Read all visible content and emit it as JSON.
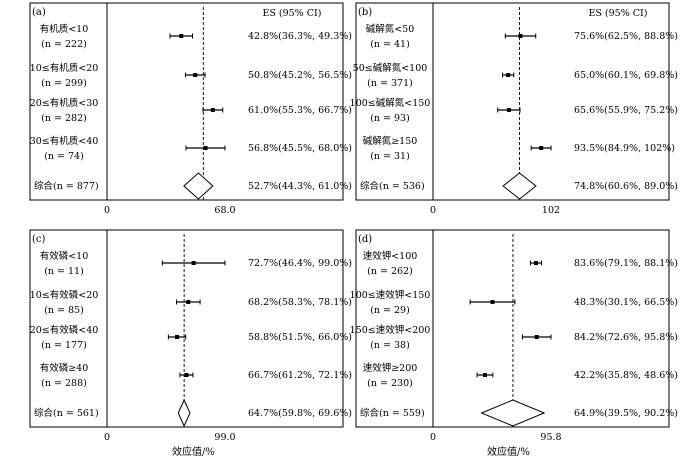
{
  "x_axis_label": "效应值/%",
  "chart_data": [
    {
      "panel": "(a)",
      "type": "forest",
      "header": "ES (95% CI)",
      "xlim": [
        0,
        136
      ],
      "ref_value": 55.5,
      "ticks": [
        {
          "v": 0,
          "label": "0"
        },
        {
          "v": 68,
          "label": "68.0"
        }
      ],
      "studies": [
        {
          "label": [
            "有机质<10",
            "(n = 222)"
          ],
          "es": 42.8,
          "lo": 36.3,
          "hi": 49.3,
          "text": "42.8%(36.3%, 49.3%)"
        },
        {
          "label": [
            "10≤有机质<20",
            "(n = 299)"
          ],
          "es": 50.8,
          "lo": 45.2,
          "hi": 56.5,
          "text": "50.8%(45.2%, 56.5%)"
        },
        {
          "label": [
            "20≤有机质<30",
            "(n = 282)"
          ],
          "es": 61.0,
          "lo": 55.3,
          "hi": 66.7,
          "text": "61.0%(55.3%, 66.7%)"
        },
        {
          "label": [
            "30≤有机质<40",
            "(n = 74)"
          ],
          "es": 56.8,
          "lo": 45.5,
          "hi": 68.0,
          "text": "56.8%(45.5%, 68.0%)"
        }
      ],
      "summary": {
        "label": "综合(n = 877)",
        "es": 52.7,
        "lo": 44.3,
        "hi": 61.0,
        "text": "52.7%(44.3%, 61.0%)"
      }
    },
    {
      "panel": "(b)",
      "type": "forest",
      "header": "ES (95% CI)",
      "xlim": [
        0,
        204
      ],
      "ref_value": 74.8,
      "ticks": [
        {
          "v": 0,
          "label": "0"
        },
        {
          "v": 102,
          "label": "102"
        }
      ],
      "studies": [
        {
          "label": [
            "碱解氮<50",
            "(n = 41)"
          ],
          "es": 75.6,
          "lo": 62.5,
          "hi": 88.8,
          "text": "75.6%(62.5%, 88.8%)"
        },
        {
          "label": [
            "50≤碱解氮<100",
            "(n = 371)"
          ],
          "es": 65.0,
          "lo": 60.1,
          "hi": 69.8,
          "text": "65.0%(60.1%, 69.8%)"
        },
        {
          "label": [
            "100≤碱解氮<150",
            "(n = 93)"
          ],
          "es": 65.6,
          "lo": 55.9,
          "hi": 75.2,
          "text": "65.6%(55.9%, 75.2%)"
        },
        {
          "label": [
            "碱解氮≥150",
            "(n = 31)"
          ],
          "es": 93.5,
          "lo": 84.9,
          "hi": 102,
          "text": "93.5%(84.9%, 102%)"
        }
      ],
      "summary": {
        "label": "综合(n = 536)",
        "es": 74.8,
        "lo": 60.6,
        "hi": 89.0,
        "text": "74.8%(60.6%, 89.0%)"
      }
    },
    {
      "panel": "(c)",
      "type": "forest",
      "header": "",
      "xlim": [
        0,
        198
      ],
      "ref_value": 64.7,
      "ticks": [
        {
          "v": 0,
          "label": "0"
        },
        {
          "v": 99,
          "label": "99.0"
        }
      ],
      "studies": [
        {
          "label": [
            "有效磷<10",
            "(n = 11)"
          ],
          "es": 72.7,
          "lo": 46.4,
          "hi": 99.0,
          "text": "72.7%(46.4%, 99.0%)"
        },
        {
          "label": [
            "10≤有效磷<20",
            "(n = 85)"
          ],
          "es": 68.2,
          "lo": 58.3,
          "hi": 78.1,
          "text": "68.2%(58.3%, 78.1%)"
        },
        {
          "label": [
            "20≤有效磷<40",
            "(n = 177)"
          ],
          "es": 58.8,
          "lo": 51.5,
          "hi": 66.0,
          "text": "58.8%(51.5%, 66.0%)"
        },
        {
          "label": [
            "有效磷≥40",
            "(n = 288)"
          ],
          "es": 66.7,
          "lo": 61.2,
          "hi": 72.1,
          "text": "66.7%(61.2%, 72.1%)"
        }
      ],
      "summary": {
        "label": "综合(n = 561)",
        "es": 64.7,
        "lo": 59.8,
        "hi": 69.6,
        "text": "64.7%(59.8%, 69.6%)"
      }
    },
    {
      "panel": "(d)",
      "type": "forest",
      "header": "",
      "xlim": [
        0,
        191.6
      ],
      "ref_value": 64.9,
      "ticks": [
        {
          "v": 0,
          "label": "0"
        },
        {
          "v": 95.8,
          "label": "95.8"
        }
      ],
      "studies": [
        {
          "label": [
            "速效钾<100",
            "(n = 262)"
          ],
          "es": 83.6,
          "lo": 79.1,
          "hi": 88.1,
          "text": "83.6%(79.1%, 88.1%)"
        },
        {
          "label": [
            "100≤速效钾<150",
            "(n = 29)"
          ],
          "es": 48.3,
          "lo": 30.1,
          "hi": 66.5,
          "text": "48.3%(30.1%, 66.5%)"
        },
        {
          "label": [
            "150≤速效钾<200",
            "(n = 38)"
          ],
          "es": 84.2,
          "lo": 72.6,
          "hi": 95.8,
          "text": "84.2%(72.6%, 95.8%)"
        },
        {
          "label": [
            "速效钾≥200",
            "(n = 230)"
          ],
          "es": 42.2,
          "lo": 35.8,
          "hi": 48.6,
          "text": "42.2%(35.8%, 48.6%)"
        }
      ],
      "summary": {
        "label": "综合(n = 559)",
        "es": 64.9,
        "lo": 39.5,
        "hi": 90.2,
        "text": "64.9%(39.5%, 90.2%)"
      }
    }
  ]
}
